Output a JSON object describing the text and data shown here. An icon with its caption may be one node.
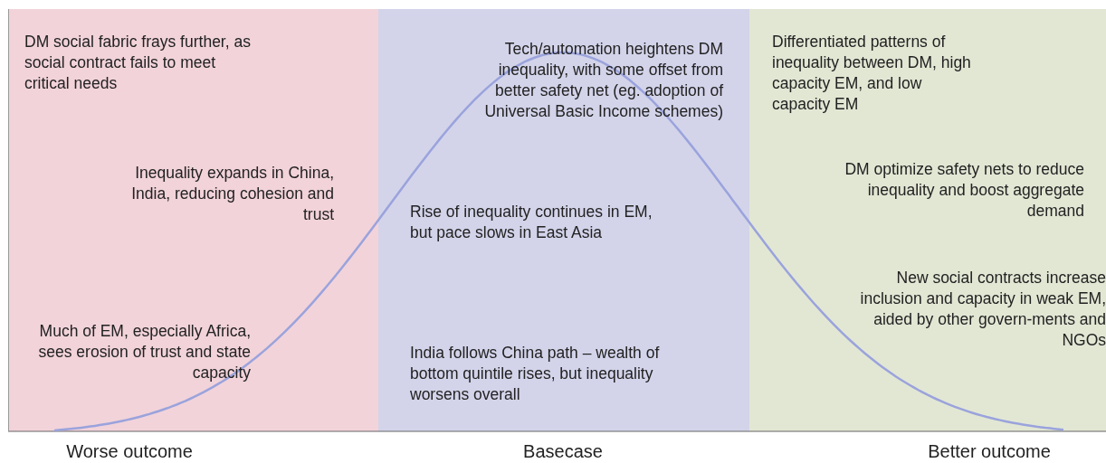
{
  "diagram": {
    "nodes": [
      {
        "text": [
          "DM social fabric frays further, as social contract fails to meet critical needs",
          "Inequality expands in China, India, reducing cohesion and trust",
          "Much of EM, especially Africa, sees erosion of trust and state capacity"
        ],
        "beside": [
          "Worse outcome"
        ]
      },
      {
        "text": [
          "Tech/automation heightens DM inequality, with some offset from better safety net (eg. adoption of Universal Basic Income schemes)",
          "Rise of inequality continues in EM, but pace slows in East Asia",
          "India follows China path – wealth of bottom quintile rises, but inequality worsens overall"
        ],
        "beside": [
          "Basecase"
        ]
      },
      {
        "text": [
          "Differentiated patterns of inequality between DM, high capacity EM, and low capacity EM",
          "DM optimize safety nets to reduce inequality and boost aggregate demand",
          "New social contracts increase inclusion and capacity in weak EM, aided by other govern-ments and NGOs"
        ],
        "beside": [
          "Better outcome"
        ]
      }
    ]
  }
}
